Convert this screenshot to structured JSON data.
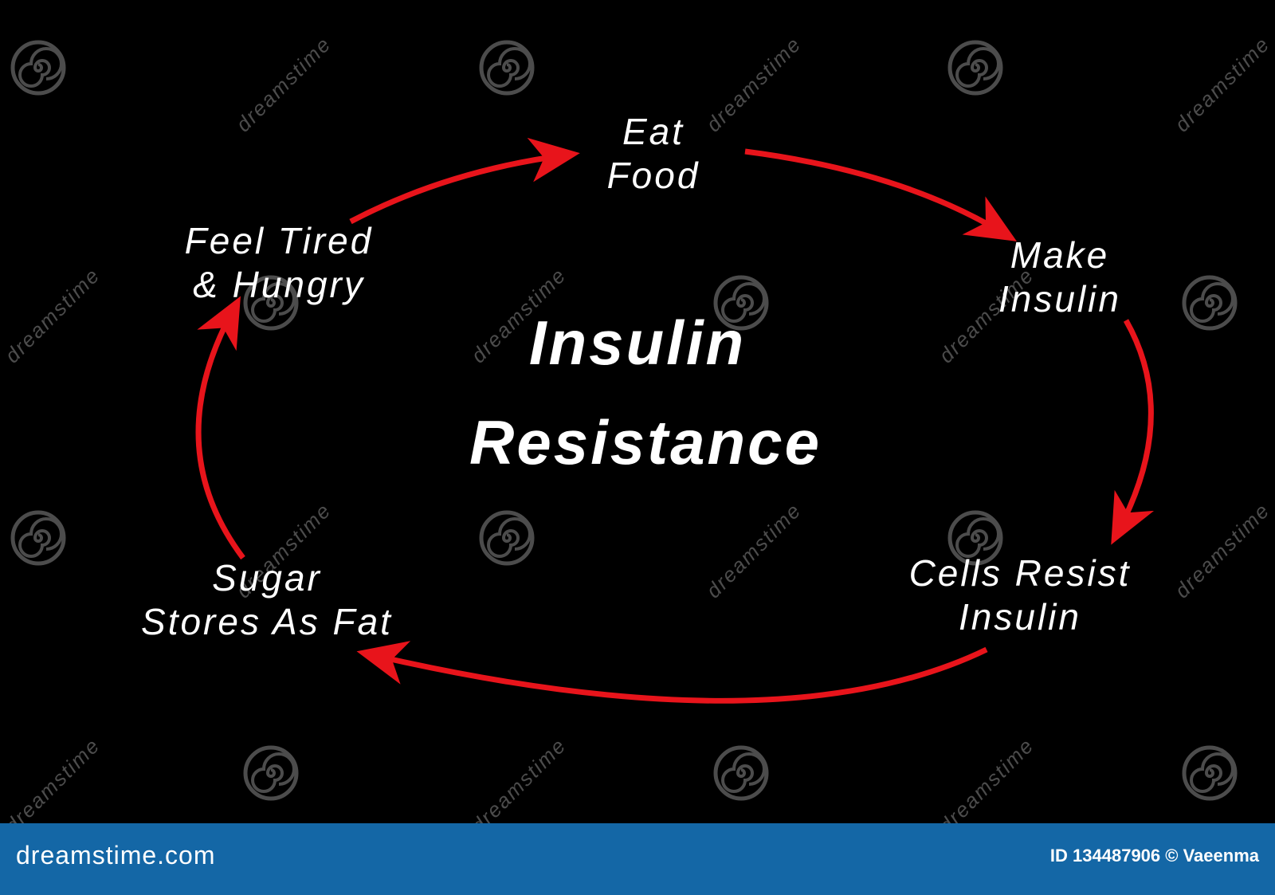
{
  "diagram": {
    "title_line1": "Insulin",
    "title_line2": "Resistance",
    "arrow_color": "#e8141b",
    "nodes": [
      {
        "line1": "Eat",
        "line2": "Food"
      },
      {
        "line1": "Make",
        "line2": "Insulin"
      },
      {
        "line1": "Cells Resist",
        "line2": "Insulin"
      },
      {
        "line1": "Sugar",
        "line2": "Stores As Fat"
      },
      {
        "line1": "Feel Tired",
        "line2": "& Hungry"
      }
    ]
  },
  "watermark": {
    "text": "dreamstime",
    "icon": "spiral-icon"
  },
  "footer": {
    "background": "#1467a6",
    "logo_text": "dreamstime.com",
    "credit": "ID 134487906 © Vaeenma"
  }
}
